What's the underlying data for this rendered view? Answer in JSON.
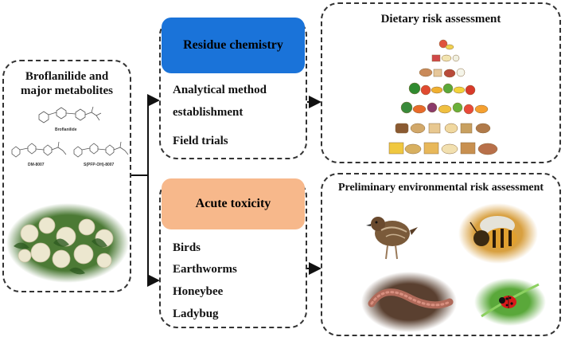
{
  "left_panel": {
    "title_line1": "Broflanilide and",
    "title_line2": "major metabolites",
    "compound_main": "Broflanilide",
    "compound_a": "DM-8007",
    "compound_b": "S(PFP-OH)-8007"
  },
  "residue": {
    "header": "Residue chemistry",
    "header_color": "#1a73d9",
    "items": [
      "Analytical method",
      "establishment",
      "Field trials"
    ]
  },
  "toxicity": {
    "header": "Acute toxicity",
    "header_color": "#f7b88b",
    "items": [
      "Birds",
      "Earthworms",
      "Honeybee",
      "Ladybug"
    ]
  },
  "dietary": {
    "title": "Dietary risk assessment"
  },
  "environmental": {
    "title": "Preliminary environmental risk assessment"
  },
  "icons": [
    "food-pyramid-icon",
    "quail-icon",
    "honeybee-icon",
    "earthworm-icon",
    "ladybug-icon",
    "cauliflower-icon"
  ]
}
